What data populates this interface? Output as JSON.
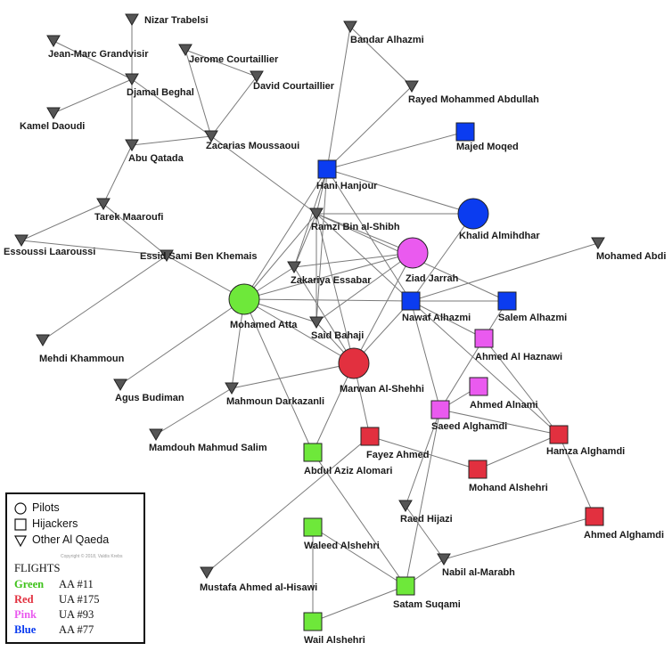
{
  "colors": {
    "green": "#6ee83a",
    "red": "#e2303f",
    "pink": "#ea5aef",
    "blue": "#0b3cf0",
    "other": "#555555"
  },
  "nodes": [
    {
      "id": "nizar",
      "label": "Nizar Trabelsi",
      "shape": "tri",
      "color": "other"
    },
    {
      "id": "jeanmarc",
      "label": "Jean-Marc Grandvisir",
      "shape": "tri",
      "color": "other"
    },
    {
      "id": "djamal",
      "label": "Djamal Beghal",
      "shape": "tri",
      "color": "other"
    },
    {
      "id": "kamel",
      "label": "Kamel Daoudi",
      "shape": "tri",
      "color": "other"
    },
    {
      "id": "abuqatada",
      "label": "Abu Qatada",
      "shape": "tri",
      "color": "other"
    },
    {
      "id": "jerome",
      "label": "Jerome Courtaillier",
      "shape": "tri",
      "color": "other"
    },
    {
      "id": "david",
      "label": "David Courtaillier",
      "shape": "tri",
      "color": "other"
    },
    {
      "id": "zacarias",
      "label": "Zacarias Moussaoui",
      "shape": "tri",
      "color": "other"
    },
    {
      "id": "bandar",
      "label": "Bandar Alhazmi",
      "shape": "tri",
      "color": "other"
    },
    {
      "id": "rayed",
      "label": "Rayed Mohammed Abdullah",
      "shape": "tri",
      "color": "other"
    },
    {
      "id": "majed",
      "label": "Majed Moqed",
      "shape": "square",
      "color": "blue"
    },
    {
      "id": "hani",
      "label": "Hani Hanjour",
      "shape": "square",
      "color": "blue"
    },
    {
      "id": "khalid",
      "label": "Khalid Almihdhar",
      "shape": "circle",
      "color": "blue"
    },
    {
      "id": "tarek",
      "label": "Tarek Maaroufi",
      "shape": "tri",
      "color": "other"
    },
    {
      "id": "essoussi",
      "label": "Essoussi Laaroussi",
      "shape": "tri",
      "color": "other"
    },
    {
      "id": "essid",
      "label": "Essid Sami Ben Khemais",
      "shape": "tri",
      "color": "other"
    },
    {
      "id": "ramzi",
      "label": "Ramzi Bin al-Shibh",
      "shape": "tri",
      "color": "other"
    },
    {
      "id": "ziad",
      "label": "Ziad Jarrah",
      "shape": "circle",
      "color": "pink"
    },
    {
      "id": "mohamedabdi",
      "label": "Mohamed Abdi",
      "shape": "tri",
      "color": "other"
    },
    {
      "id": "zakariya",
      "label": "Zakariya Essabar",
      "shape": "tri",
      "color": "other"
    },
    {
      "id": "atta",
      "label": "Mohamed Atta",
      "shape": "circle",
      "color": "green"
    },
    {
      "id": "nawaf",
      "label": "Nawaf Alhazmi",
      "shape": "square",
      "color": "blue"
    },
    {
      "id": "salem",
      "label": "Salem Alhazmi",
      "shape": "square",
      "color": "blue"
    },
    {
      "id": "said",
      "label": "Said Bahaji",
      "shape": "tri",
      "color": "other"
    },
    {
      "id": "mehdi",
      "label": "Mehdi Khammoun",
      "shape": "tri",
      "color": "other"
    },
    {
      "id": "ahmedhaznawi",
      "label": "Ahmed Al Haznawi",
      "shape": "square",
      "color": "pink"
    },
    {
      "id": "marwan",
      "label": "Marwan Al-Shehhi",
      "shape": "circle",
      "color": "red"
    },
    {
      "id": "agus",
      "label": "Agus Budiman",
      "shape": "tri",
      "color": "other"
    },
    {
      "id": "mahmoun",
      "label": "Mahmoun Darkazanli",
      "shape": "tri",
      "color": "other"
    },
    {
      "id": "ahmednami",
      "label": "Ahmed Alnami",
      "shape": "square",
      "color": "pink"
    },
    {
      "id": "saeed",
      "label": "Saeed Alghamdi",
      "shape": "square",
      "color": "pink"
    },
    {
      "id": "hamza",
      "label": "Hamza Alghamdi",
      "shape": "square",
      "color": "red"
    },
    {
      "id": "mamdouh",
      "label": "Mamdouh Mahmud Salim",
      "shape": "tri",
      "color": "other"
    },
    {
      "id": "abdulaziz",
      "label": "Abdul Aziz Alomari",
      "shape": "square",
      "color": "green"
    },
    {
      "id": "fayez",
      "label": "Fayez Ahmed",
      "shape": "square",
      "color": "red"
    },
    {
      "id": "mohand",
      "label": "Mohand Alshehri",
      "shape": "square",
      "color": "red"
    },
    {
      "id": "raed",
      "label": "Raed Hijazi",
      "shape": "tri",
      "color": "other"
    },
    {
      "id": "ahmedalghamdi",
      "label": "Ahmed Alghamdi",
      "shape": "square",
      "color": "red"
    },
    {
      "id": "waleed",
      "label": "Waleed Alshehri",
      "shape": "square",
      "color": "green"
    },
    {
      "id": "nabil",
      "label": "Nabil al-Marabh",
      "shape": "tri",
      "color": "other"
    },
    {
      "id": "mustafa",
      "label": "Mustafa Ahmed al-Hisawi",
      "shape": "tri",
      "color": "other"
    },
    {
      "id": "satam",
      "label": "Satam Suqami",
      "shape": "square",
      "color": "green"
    },
    {
      "id": "wail",
      "label": "Wail Alshehri",
      "shape": "square",
      "color": "green"
    }
  ],
  "edges": [
    [
      "nizar",
      "djamal"
    ],
    [
      "jeanmarc",
      "djamal"
    ],
    [
      "djamal",
      "kamel"
    ],
    [
      "djamal",
      "abuqatada"
    ],
    [
      "djamal",
      "zacarias"
    ],
    [
      "jerome",
      "david"
    ],
    [
      "jerome",
      "zacarias"
    ],
    [
      "david",
      "zacarias"
    ],
    [
      "abuqatada",
      "zacarias"
    ],
    [
      "abuqatada",
      "tarek"
    ],
    [
      "tarek",
      "essoussi"
    ],
    [
      "tarek",
      "essid"
    ],
    [
      "essoussi",
      "essid"
    ],
    [
      "essid",
      "atta"
    ],
    [
      "essid",
      "mehdi"
    ],
    [
      "zacarias",
      "ramzi"
    ],
    [
      "bandar",
      "rayed"
    ],
    [
      "bandar",
      "hani"
    ],
    [
      "rayed",
      "hani"
    ],
    [
      "hani",
      "majed"
    ],
    [
      "hani",
      "khalid"
    ],
    [
      "hani",
      "nawaf"
    ],
    [
      "hani",
      "atta"
    ],
    [
      "hani",
      "ramzi"
    ],
    [
      "hani",
      "zakariya"
    ],
    [
      "hani",
      "said"
    ],
    [
      "ramzi",
      "khalid"
    ],
    [
      "ramzi",
      "ziad"
    ],
    [
      "ramzi",
      "atta"
    ],
    [
      "ramzi",
      "marwan"
    ],
    [
      "ramzi",
      "said"
    ],
    [
      "ramzi",
      "zakariya"
    ],
    [
      "ramzi",
      "salem"
    ],
    [
      "ramzi",
      "nawaf"
    ],
    [
      "khalid",
      "nawaf"
    ],
    [
      "ziad",
      "atta"
    ],
    [
      "ziad",
      "marwan"
    ],
    [
      "ziad",
      "zakariya"
    ],
    [
      "ziad",
      "said"
    ],
    [
      "atta",
      "marwan"
    ],
    [
      "atta",
      "nawaf"
    ],
    [
      "atta",
      "said"
    ],
    [
      "atta",
      "zakariya"
    ],
    [
      "atta",
      "agus"
    ],
    [
      "atta",
      "mahmoun"
    ],
    [
      "atta",
      "abdulaziz"
    ],
    [
      "nawaf",
      "salem"
    ],
    [
      "nawaf",
      "marwan"
    ],
    [
      "nawaf",
      "ahmedhaznawi"
    ],
    [
      "nawaf",
      "saeed"
    ],
    [
      "nawaf",
      "hamza"
    ],
    [
      "salem",
      "ahmedhaznawi"
    ],
    [
      "mohamedabdi",
      "nawaf"
    ],
    [
      "marwan",
      "mahmoun"
    ],
    [
      "marwan",
      "fayez"
    ],
    [
      "marwan",
      "abdulaziz"
    ],
    [
      "marwan",
      "said"
    ],
    [
      "marwan",
      "zakariya"
    ],
    [
      "mahmoun",
      "mamdouh"
    ],
    [
      "ahmedhaznawi",
      "saeed"
    ],
    [
      "ahmedhaznawi",
      "hamza"
    ],
    [
      "ahmednami",
      "saeed"
    ],
    [
      "saeed",
      "hamza"
    ],
    [
      "saeed",
      "raed"
    ],
    [
      "saeed",
      "satam"
    ],
    [
      "hamza",
      "mohand"
    ],
    [
      "hamza",
      "ahmedalghamdi"
    ],
    [
      "fayez",
      "mohand"
    ],
    [
      "fayez",
      "mustafa"
    ],
    [
      "raed",
      "nabil"
    ],
    [
      "nabil",
      "satam"
    ],
    [
      "nabil",
      "ahmedalghamdi"
    ],
    [
      "waleed",
      "satam"
    ],
    [
      "waleed",
      "wail"
    ],
    [
      "satam",
      "wail"
    ],
    [
      "abdulaziz",
      "satam"
    ]
  ],
  "legend": {
    "pilots": "Pilots",
    "hijackers": "Hijackers",
    "other": "Other Al Qaeda",
    "copyright": "Copyright © 2018, Valdis Krebs",
    "flights_title": "FLIGHTS",
    "flights": [
      {
        "color_name": "Green",
        "code": "AA #11",
        "color": "#3ec21a"
      },
      {
        "color_name": "Red",
        "code": "UA #175",
        "color": "#e2303f"
      },
      {
        "color_name": "Pink",
        "code": "UA #93",
        "color": "#ea5aef"
      },
      {
        "color_name": "Blue",
        "code": "AA #77",
        "color": "#0b3cf0"
      }
    ]
  }
}
